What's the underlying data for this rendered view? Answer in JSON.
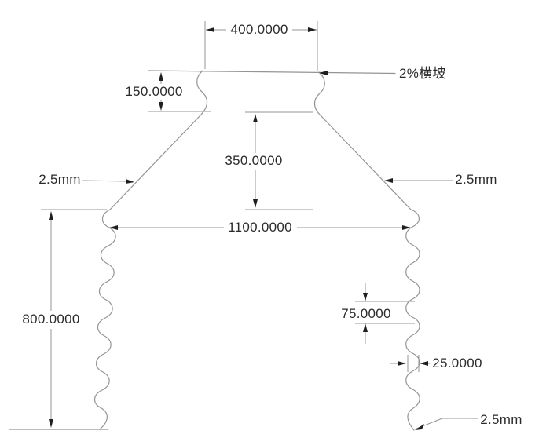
{
  "drawing": {
    "dimensions": {
      "top_width": "400.0000",
      "surface_thickness": "150.0000",
      "upper_height": "350.0000",
      "base_width": "1100.0000",
      "lower_height": "800.0000",
      "layer_spacing": "75.0000",
      "layer_width": "25.0000"
    },
    "annotations": {
      "cross_slope": "2%横坡",
      "left_scale": "2.5mm",
      "right_scale": "2.5mm",
      "bottom_scale": "2.5mm"
    },
    "colors": {
      "line": "#949494",
      "arrow": "#1f1f1f",
      "text": "#2b2b2b",
      "background": "#ffffff"
    }
  }
}
